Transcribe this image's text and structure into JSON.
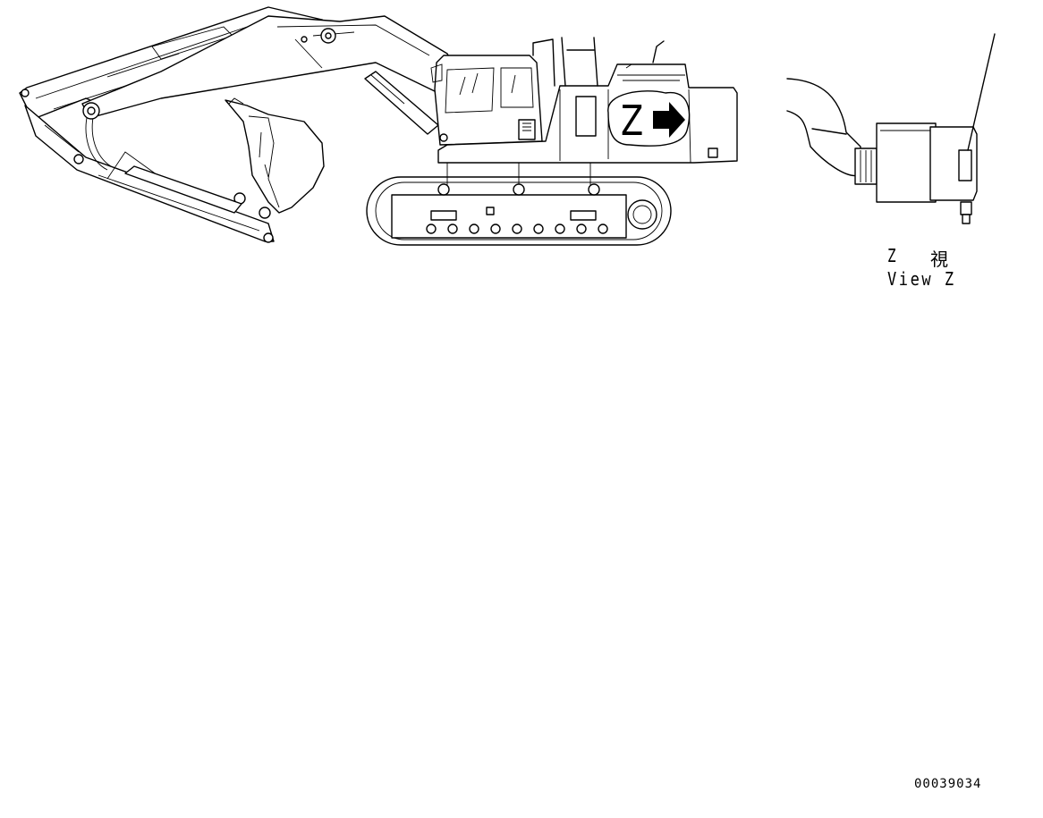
{
  "drawing": {
    "marker_letter": "Z",
    "view_label": {
      "letter": "Z",
      "kanji": "視",
      "english": "View Z"
    },
    "part_number": "00039034"
  }
}
